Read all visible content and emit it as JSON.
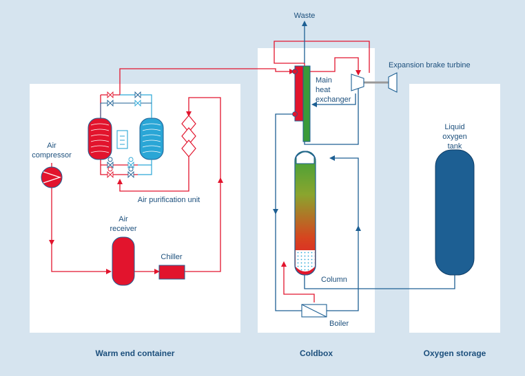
{
  "colors": {
    "background": "#d6e4ef",
    "panel": "#ffffff",
    "red": "#e2142d",
    "blue": "#1d5f93",
    "cyan": "#2aa6d6",
    "green": "#3a9a3a",
    "text": "#1c4f7c"
  },
  "labels": {
    "waste": "Waste",
    "air_compressor": [
      "Air",
      "compressor"
    ],
    "air_receiver": [
      "Air",
      "receiver"
    ],
    "chiller": "Chiller",
    "air_purification_unit": "Air purification unit",
    "main_heat_exchanger": [
      "Main",
      "heat",
      "exchanger"
    ],
    "expansion_brake_turbine": "Expansion brake turbine",
    "liquid_oxygen_tank": [
      "Liquid",
      "oxygen",
      "tank"
    ],
    "column": "Column",
    "boiler": "Boiler"
  },
  "sections": {
    "warm_end": "Warm end container",
    "coldbox": "Coldbox",
    "oxygen_storage": "Oxygen storage"
  }
}
